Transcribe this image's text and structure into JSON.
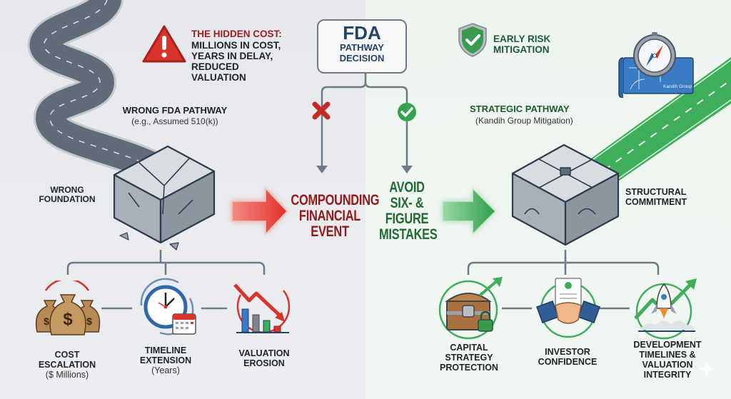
{
  "decision": {
    "title": "FDA",
    "subtitle_line1": "PATHWAY",
    "subtitle_line2": "DECISION",
    "wrong_marker_icon": "red-x-icon",
    "right_marker_icon": "green-check-icon"
  },
  "left": {
    "warning": {
      "icon": "warning-triangle-icon",
      "title": "THE HIDDEN COST:",
      "lines": [
        "MILLIONS IN COST,",
        "YEARS IN DELAY,",
        "REDUCED",
        "VALUATION"
      ]
    },
    "pathway": {
      "title": "WRONG FDA PATHWAY",
      "subtitle": "(e.g., Assumed 510(k))"
    },
    "foundation": {
      "line1": "WRONG",
      "line2": "FOUNDATION"
    },
    "outcome": {
      "line1": "COMPOUNDING",
      "line2": "FINANCIAL",
      "line3": "EVENT",
      "color": "#8f1b1b"
    },
    "consequences": [
      {
        "icon": "money-bags-icon",
        "line1": "COST",
        "line2": "ESCALATION",
        "sub": "($ Millions)"
      },
      {
        "icon": "clock-calendar-icon",
        "line1": "TIMELINE",
        "line2": "EXTENSION",
        "sub": "(Years)"
      },
      {
        "icon": "declining-chart-icon",
        "line1": "VALUATION",
        "line2": "EROSION",
        "sub": ""
      }
    ]
  },
  "right": {
    "badge": {
      "icon": "shield-check-icon",
      "line1": "EARLY RISK",
      "line2": "MITIGATION"
    },
    "blueprint": {
      "icon": "compass-blueprint-icon",
      "label": "Kandih Group"
    },
    "pathway": {
      "title": "STRATEGIC PATHWAY",
      "subtitle": "(Kandih Group Mitigation)"
    },
    "commitment": {
      "line1": "STRUCTURAL",
      "line2": "COMMITMENT"
    },
    "outcome": {
      "line1": "AVOID",
      "line2": "SIX- &",
      "line3": "FIGURE",
      "line4": "MISTAKES",
      "color": "#206b32"
    },
    "benefits": [
      {
        "icon": "treasure-chest-lock-icon",
        "lines": [
          "CAPITAL",
          "STRATEGY",
          "PROTECTION"
        ]
      },
      {
        "icon": "handshake-icon",
        "lines": [
          "INVESTOR",
          "CONFIDENCE"
        ]
      },
      {
        "icon": "rocket-growth-icon",
        "lines": [
          "DEVELOPMENT",
          "TIMELINES &",
          "VALUATION",
          "INTEGRITY"
        ]
      }
    ]
  },
  "colors": {
    "danger": "#d9342b",
    "success": "#2f9e4b",
    "navy": "#24436b",
    "connector": "#6d7b88"
  }
}
